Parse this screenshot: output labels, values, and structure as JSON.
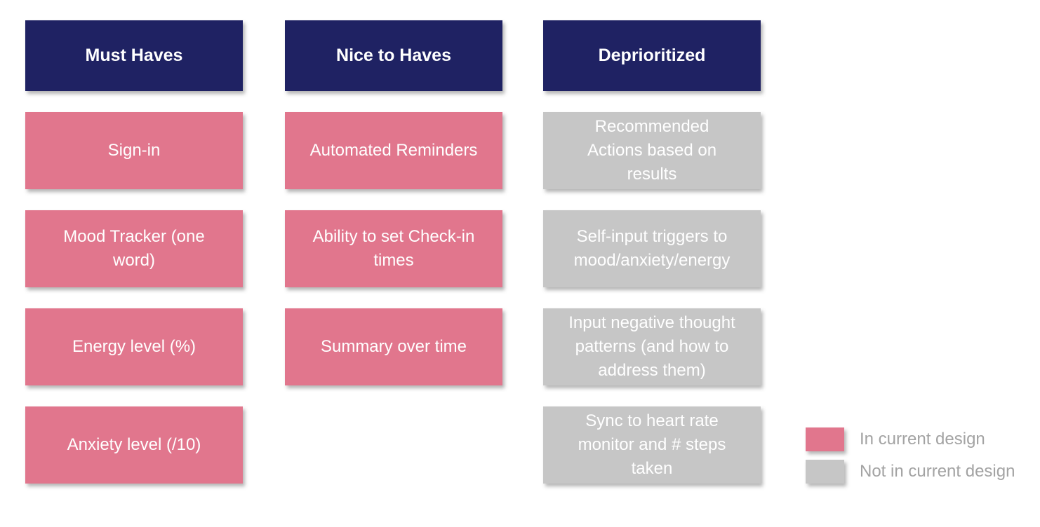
{
  "colors": {
    "header_bg": "#1F2263",
    "in_design": "#E1768D",
    "not_in_design": "#C6C6C6",
    "box_text": "#FFFFFF",
    "legend_text": "#A3A3A3",
    "background": "#FFFFFF"
  },
  "columns": [
    {
      "header": "Must Haves",
      "items": [
        {
          "text": "Sign-in",
          "status": "in"
        },
        {
          "text": "Mood Tracker (one\nword)",
          "status": "in"
        },
        {
          "text": "Energy level (%)",
          "status": "in"
        },
        {
          "text": "Anxiety level (/10)",
          "status": "in"
        }
      ]
    },
    {
      "header": "Nice to Haves",
      "items": [
        {
          "text": "Automated Reminders",
          "status": "in"
        },
        {
          "text": "Ability to set Check-in\ntimes",
          "status": "in"
        },
        {
          "text": "Summary over time",
          "status": "in"
        }
      ]
    },
    {
      "header": "Deprioritized",
      "items": [
        {
          "text": "Recommended\nActions based on\nresults",
          "status": "not-in"
        },
        {
          "text": "Self-input triggers to\nmood/anxiety/energy",
          "status": "not-in"
        },
        {
          "text": "Input negative thought\npatterns (and how to\naddress them)",
          "status": "not-in"
        },
        {
          "text": "Sync to heart rate\nmonitor and # steps\ntaken",
          "status": "not-in"
        }
      ]
    }
  ],
  "legend": {
    "items": [
      {
        "label": "In current design",
        "color": "#E1768D"
      },
      {
        "label": "Not in current design",
        "color": "#C6C6C6"
      }
    ]
  }
}
